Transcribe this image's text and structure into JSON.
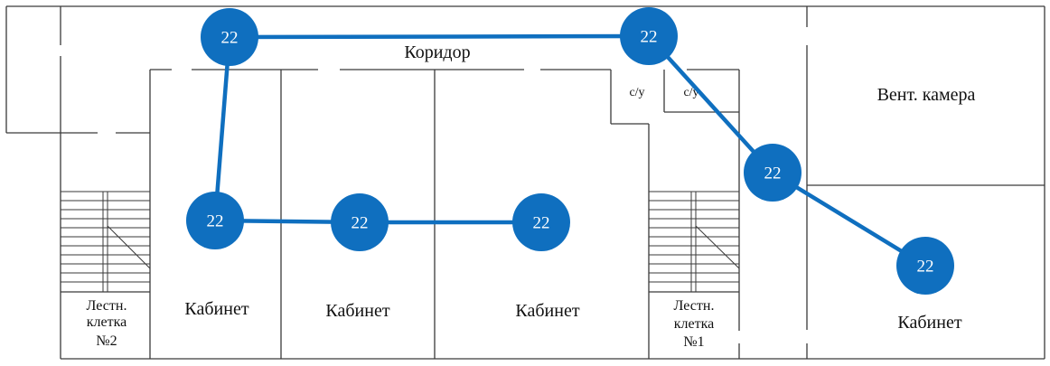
{
  "title": "",
  "rooms": {
    "corridor": "Коридор",
    "vent_chamber": "Вент. камера",
    "office_1": "Кабинет",
    "office_2": "Кабинет",
    "office_3": "Кабинет",
    "office_4": "Кабинет",
    "wc_left": "с/у",
    "wc_right": "с/у",
    "stair_2": [
      "Лестн.",
      "клетка",
      "№2"
    ],
    "stair_1": [
      "Лестн.",
      "клетка",
      "№1"
    ]
  },
  "nodes": [
    {
      "id": "n1",
      "label": "22"
    },
    {
      "id": "n2",
      "label": "22"
    },
    {
      "id": "n3",
      "label": "22"
    },
    {
      "id": "n4",
      "label": "22"
    },
    {
      "id": "n5",
      "label": "22"
    },
    {
      "id": "n6",
      "label": "22"
    },
    {
      "id": "n7",
      "label": "22"
    }
  ],
  "links": [
    [
      "n1",
      "n2"
    ],
    [
      "n2",
      "n6"
    ],
    [
      "n6",
      "n7"
    ],
    [
      "n1",
      "n3"
    ],
    [
      "n3",
      "n4"
    ],
    [
      "n4",
      "n5"
    ]
  ],
  "colors": {
    "node": "#0f6fbf",
    "link": "#0f6fbf",
    "wall": "#3a3a3a"
  }
}
